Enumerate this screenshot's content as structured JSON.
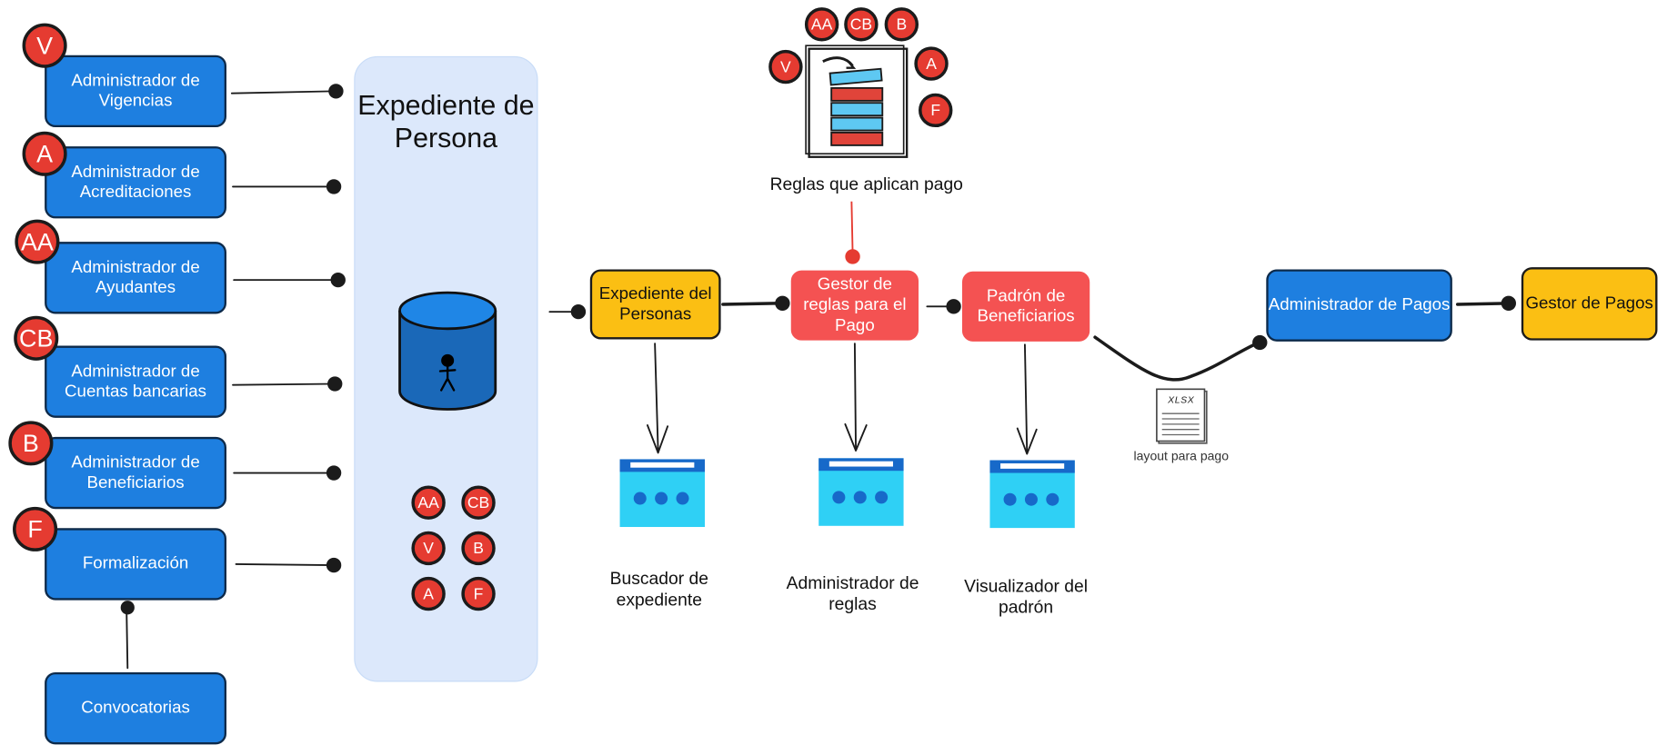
{
  "panel": {
    "title": "Expediente de Persona"
  },
  "left_modules": [
    {
      "label": "Administrador de Vigencias",
      "badge": "V"
    },
    {
      "label": "Administrador de Acreditaciones",
      "badge": "A"
    },
    {
      "label": "Administrador de Ayudantes",
      "badge": "AA"
    },
    {
      "label": "Administrador de Cuentas bancarias",
      "badge": "CB"
    },
    {
      "label": "Administrador de Beneficiarios",
      "badge": "B"
    },
    {
      "label": "Formalización",
      "badge": "F"
    },
    {
      "label": "Convocatorias",
      "badge": ""
    }
  ],
  "panel_badges": [
    "AA",
    "CB",
    "V",
    "B",
    "A",
    "F"
  ],
  "rules_cluster": {
    "badges": [
      "AA",
      "CB",
      "B",
      "V",
      "A",
      "F"
    ],
    "caption": "Reglas que aplican pago"
  },
  "flow": {
    "expediente": "Expediente del Personas",
    "gestor_reglas": "Gestor de reglas para el Pago",
    "padron": "Padrón de Beneficiarios",
    "admin_pagos": "Administrador de Pagos",
    "gestor_pagos": "Gestor de Pagos"
  },
  "apps": [
    {
      "label": "Buscador de expediente"
    },
    {
      "label": "Administrador de reglas"
    },
    {
      "label": "Visualizador del padrón"
    }
  ],
  "file": {
    "ext": "XLSX",
    "caption": "layout para pago"
  },
  "colors": {
    "blue": "#1e7fe0",
    "yellow": "#fbbf13",
    "red_box": "#f45252",
    "badge_red": "#e53b31",
    "panel": "#dce8fb",
    "app_icon": "#2fd0f5"
  }
}
